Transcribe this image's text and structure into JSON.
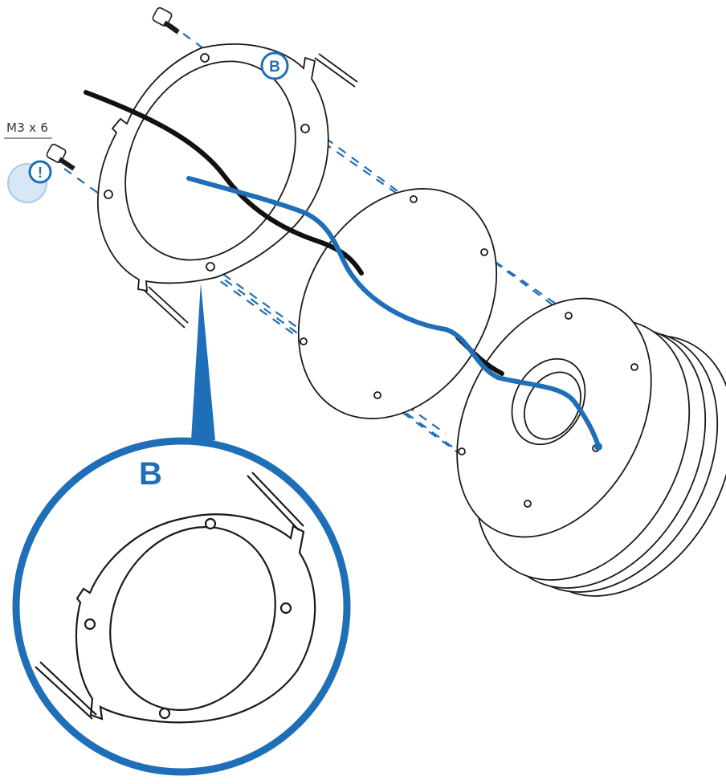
{
  "labels": {
    "screw_spec": "M3 x 6",
    "detail_marker": "B",
    "callout_letter": "B",
    "warning_marker": "!"
  },
  "colors": {
    "accent": "#1f6fb8",
    "line": "#1a1a1a",
    "cable_black": "#111111",
    "cable_blue": "#1f6fb8"
  }
}
